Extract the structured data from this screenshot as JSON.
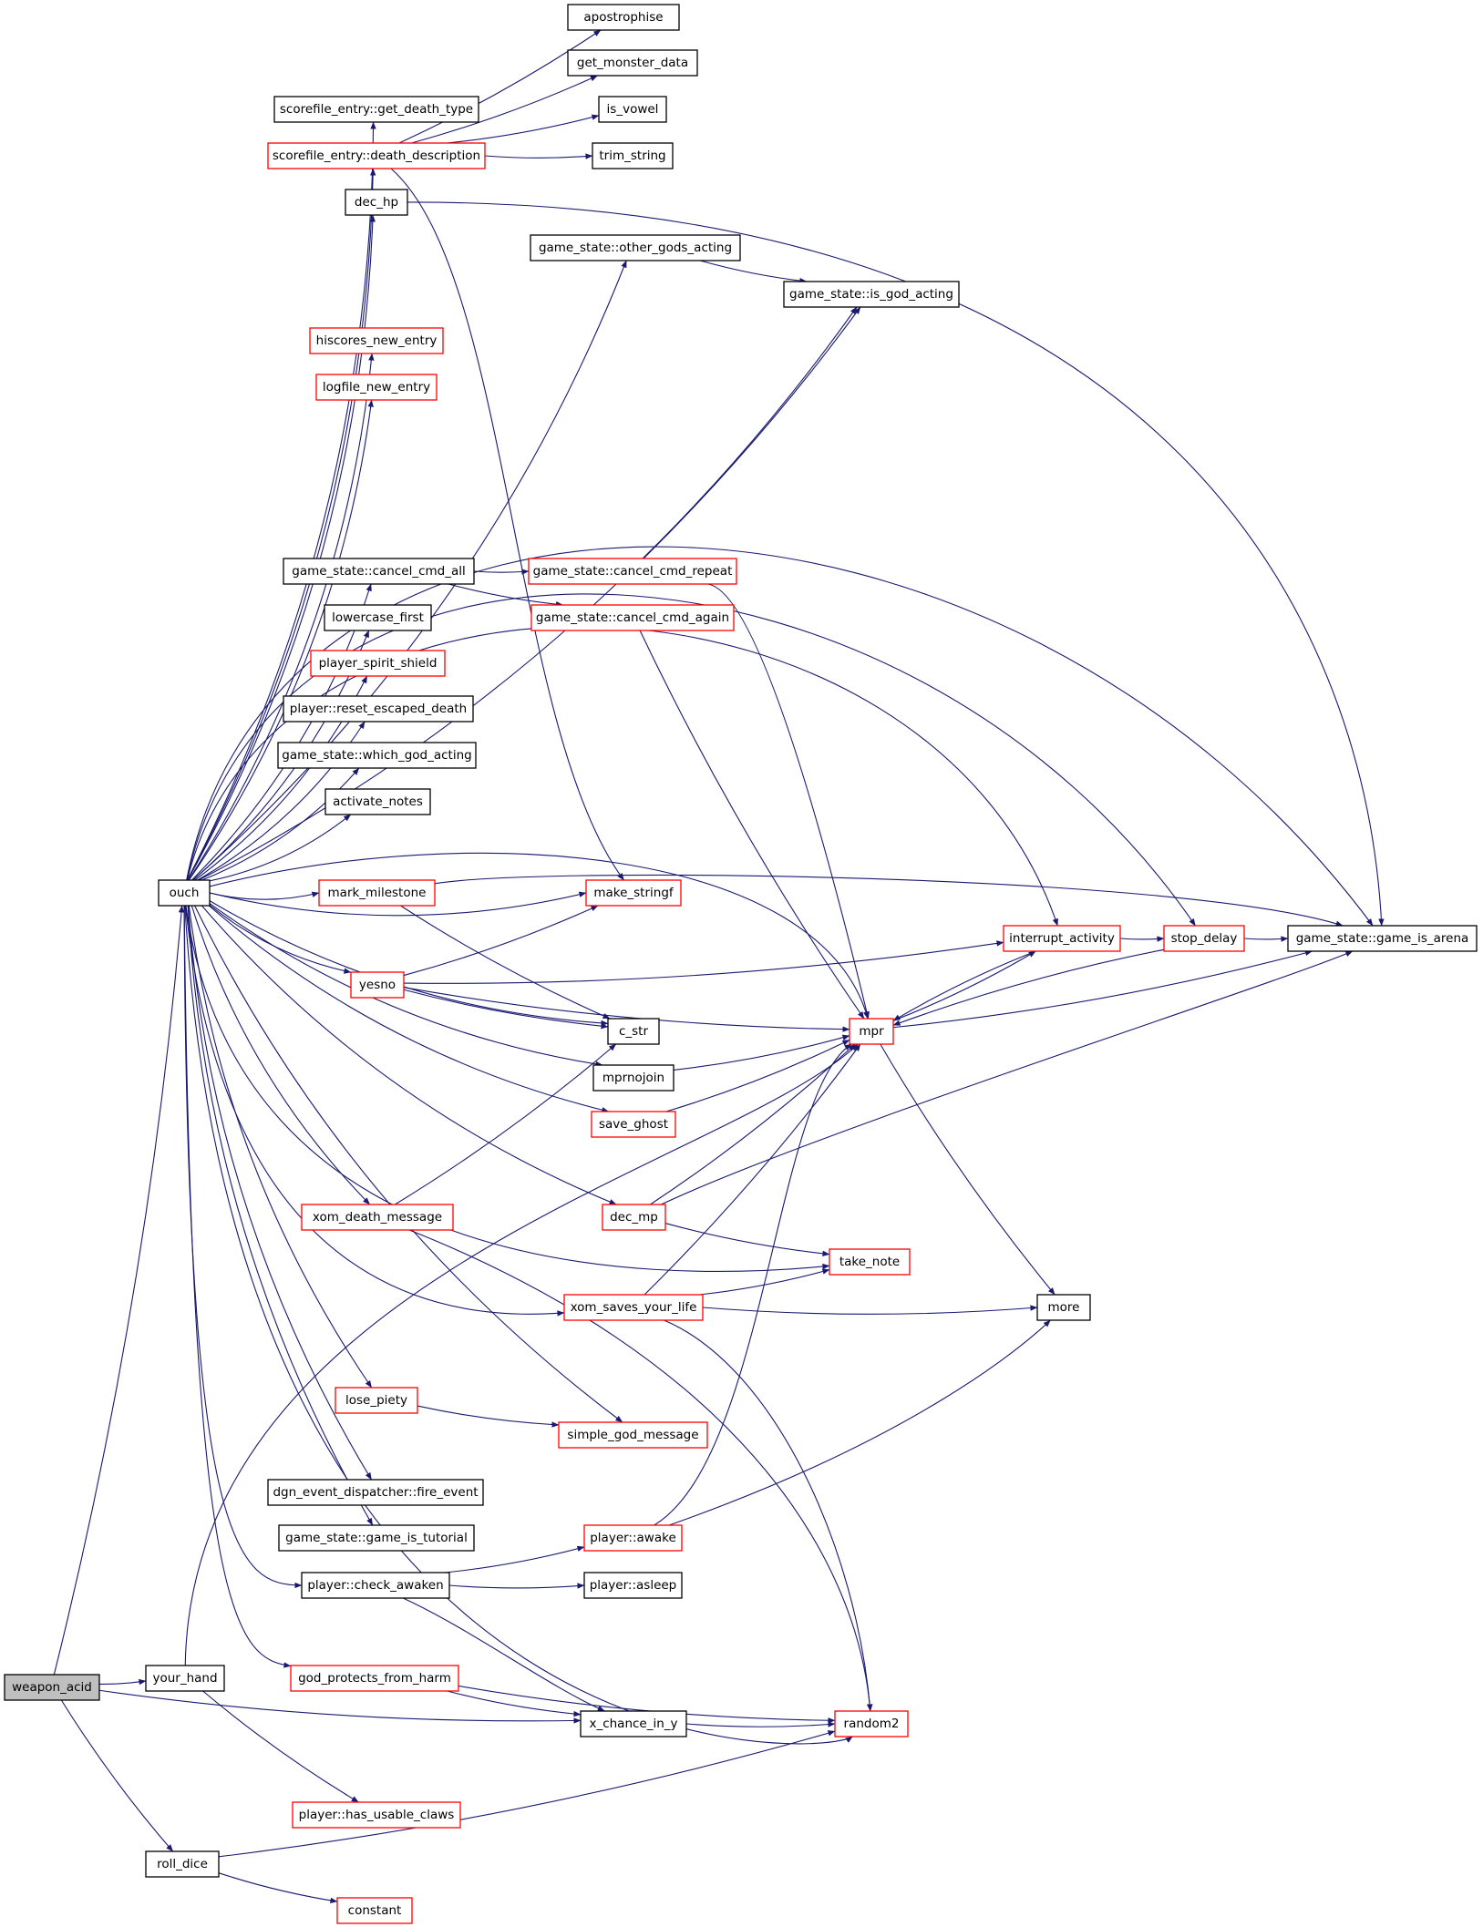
{
  "colors": {
    "edge": "#191970",
    "black_border": "#000000",
    "red_border": "#ff0000",
    "root_fill": "#bfbfbf"
  },
  "nodes": {
    "weapon_acid": {
      "label": "weapon_acid",
      "style": "root"
    },
    "your_hand": {
      "label": "your_hand",
      "style": "black"
    },
    "roll_dice": {
      "label": "roll_dice",
      "style": "black"
    },
    "ouch": {
      "label": "ouch",
      "style": "black"
    },
    "constant": {
      "label": "constant",
      "style": "red"
    },
    "get_death_type": {
      "label": "scorefile_entry::get_death_type",
      "style": "black"
    },
    "death_description": {
      "label": "scorefile_entry::death_description",
      "style": "red"
    },
    "dec_hp": {
      "label": "dec_hp",
      "style": "black"
    },
    "other_gods_acting": {
      "label": "game_state::other_gods_acting",
      "style": "black"
    },
    "is_god_acting": {
      "label": "game_state::is_god_acting",
      "style": "black"
    },
    "hiscores_new_entry": {
      "label": "hiscores_new_entry",
      "style": "red"
    },
    "logfile_new_entry": {
      "label": "logfile_new_entry",
      "style": "red"
    },
    "cancel_cmd_all": {
      "label": "game_state::cancel_cmd_all",
      "style": "black"
    },
    "cancel_cmd_repeat": {
      "label": "game_state::cancel_cmd_repeat",
      "style": "red"
    },
    "cancel_cmd_again": {
      "label": "game_state::cancel_cmd_again",
      "style": "red"
    },
    "lowercase_first": {
      "label": "lowercase_first",
      "style": "black"
    },
    "player_spirit_shield": {
      "label": "player_spirit_shield",
      "style": "red"
    },
    "reset_escaped_death": {
      "label": "player::reset_escaped_death",
      "style": "black"
    },
    "which_god_acting": {
      "label": "game_state::which_god_acting",
      "style": "black"
    },
    "activate_notes": {
      "label": "activate_notes",
      "style": "black"
    },
    "mark_milestone": {
      "label": "mark_milestone",
      "style": "red"
    },
    "make_stringf": {
      "label": "make_stringf",
      "style": "red"
    },
    "yesno": {
      "label": "yesno",
      "style": "red"
    },
    "c_str": {
      "label": "c_str",
      "style": "black"
    },
    "mprnojoin": {
      "label": "mprnojoin",
      "style": "black"
    },
    "save_ghost": {
      "label": "save_ghost",
      "style": "red"
    },
    "xom_death_message": {
      "label": "xom_death_message",
      "style": "red"
    },
    "dec_mp": {
      "label": "dec_mp",
      "style": "red"
    },
    "xom_saves_your_life": {
      "label": "xom_saves_your_life",
      "style": "red"
    },
    "lose_piety": {
      "label": "lose_piety",
      "style": "red"
    },
    "simple_god_message": {
      "label": "simple_god_message",
      "style": "red"
    },
    "fire_event": {
      "label": "dgn_event_dispatcher::fire_event",
      "style": "black"
    },
    "game_is_tutorial": {
      "label": "game_state::game_is_tutorial",
      "style": "black"
    },
    "check_awaken": {
      "label": "player::check_awaken",
      "style": "black"
    },
    "player_awake": {
      "label": "player::awake",
      "style": "red"
    },
    "player_asleep": {
      "label": "player::asleep",
      "style": "black"
    },
    "god_protects_from_harm": {
      "label": "god_protects_from_harm",
      "style": "red"
    },
    "x_chance_in_y": {
      "label": "x_chance_in_y",
      "style": "black"
    },
    "has_usable_claws": {
      "label": "player::has_usable_claws",
      "style": "red"
    },
    "random2": {
      "label": "random2",
      "style": "red"
    },
    "apostrophise": {
      "label": "apostrophise",
      "style": "black"
    },
    "get_monster_data": {
      "label": "get_monster_data",
      "style": "black"
    },
    "is_vowel": {
      "label": "is_vowel",
      "style": "black"
    },
    "trim_string": {
      "label": "trim_string",
      "style": "black"
    },
    "mpr": {
      "label": "mpr",
      "style": "red"
    },
    "interrupt_activity": {
      "label": "interrupt_activity",
      "style": "red"
    },
    "stop_delay": {
      "label": "stop_delay",
      "style": "red"
    },
    "game_is_arena": {
      "label": "game_state::game_is_arena",
      "style": "black"
    },
    "take_note": {
      "label": "take_note",
      "style": "red"
    },
    "more": {
      "label": "more",
      "style": "black"
    }
  },
  "edges": [
    [
      "weapon_acid",
      "ouch"
    ],
    [
      "weapon_acid",
      "your_hand"
    ],
    [
      "weapon_acid",
      "x_chance_in_y"
    ],
    [
      "weapon_acid",
      "roll_dice"
    ],
    [
      "your_hand",
      "mpr"
    ],
    [
      "your_hand",
      "has_usable_claws"
    ],
    [
      "roll_dice",
      "random2"
    ],
    [
      "roll_dice",
      "constant"
    ],
    [
      "ouch",
      "get_death_type"
    ],
    [
      "ouch",
      "death_description"
    ],
    [
      "ouch",
      "dec_hp"
    ],
    [
      "ouch",
      "other_gods_acting"
    ],
    [
      "ouch",
      "is_god_acting"
    ],
    [
      "ouch",
      "hiscores_new_entry"
    ],
    [
      "ouch",
      "logfile_new_entry"
    ],
    [
      "ouch",
      "game_is_arena"
    ],
    [
      "ouch",
      "stop_delay"
    ],
    [
      "ouch",
      "cancel_cmd_all"
    ],
    [
      "ouch",
      "lowercase_first"
    ],
    [
      "ouch",
      "player_spirit_shield"
    ],
    [
      "ouch",
      "reset_escaped_death"
    ],
    [
      "ouch",
      "which_god_acting"
    ],
    [
      "ouch",
      "activate_notes"
    ],
    [
      "ouch",
      "mpr"
    ],
    [
      "ouch",
      "mark_milestone"
    ],
    [
      "ouch",
      "make_stringf"
    ],
    [
      "ouch",
      "yesno"
    ],
    [
      "ouch",
      "c_str"
    ],
    [
      "ouch",
      "mprnojoin"
    ],
    [
      "ouch",
      "save_ghost"
    ],
    [
      "ouch",
      "xom_death_message"
    ],
    [
      "ouch",
      "dec_mp"
    ],
    [
      "ouch",
      "take_note"
    ],
    [
      "ouch",
      "xom_saves_your_life"
    ],
    [
      "ouch",
      "lose_piety"
    ],
    [
      "ouch",
      "simple_god_message"
    ],
    [
      "ouch",
      "fire_event"
    ],
    [
      "ouch",
      "game_is_tutorial"
    ],
    [
      "ouch",
      "check_awaken"
    ],
    [
      "ouch",
      "god_protects_from_harm"
    ],
    [
      "ouch",
      "random2"
    ],
    [
      "ouch",
      "interrupt_activity"
    ],
    [
      "death_description",
      "apostrophise"
    ],
    [
      "death_description",
      "get_monster_data"
    ],
    [
      "death_description",
      "is_vowel"
    ],
    [
      "death_description",
      "trim_string"
    ],
    [
      "death_description",
      "make_stringf"
    ],
    [
      "dec_hp",
      "game_is_arena"
    ],
    [
      "other_gods_acting",
      "is_god_acting"
    ],
    [
      "cancel_cmd_all",
      "cancel_cmd_repeat"
    ],
    [
      "cancel_cmd_all",
      "cancel_cmd_again"
    ],
    [
      "cancel_cmd_repeat",
      "is_god_acting"
    ],
    [
      "cancel_cmd_repeat",
      "mpr"
    ],
    [
      "cancel_cmd_again",
      "mpr"
    ],
    [
      "mark_milestone",
      "game_is_arena"
    ],
    [
      "mark_milestone",
      "c_str"
    ],
    [
      "yesno",
      "make_stringf"
    ],
    [
      "yesno",
      "interrupt_activity"
    ],
    [
      "yesno",
      "c_str"
    ],
    [
      "yesno",
      "mpr"
    ],
    [
      "mprnojoin",
      "mpr"
    ],
    [
      "save_ghost",
      "mpr"
    ],
    [
      "xom_death_message",
      "c_str"
    ],
    [
      "xom_death_message",
      "random2"
    ],
    [
      "dec_mp",
      "mpr"
    ],
    [
      "dec_mp",
      "take_note"
    ],
    [
      "dec_mp",
      "game_is_arena"
    ],
    [
      "xom_saves_your_life",
      "mpr"
    ],
    [
      "xom_saves_your_life",
      "take_note"
    ],
    [
      "xom_saves_your_life",
      "more"
    ],
    [
      "xom_saves_your_life",
      "random2"
    ],
    [
      "lose_piety",
      "simple_god_message"
    ],
    [
      "check_awaken",
      "player_awake"
    ],
    [
      "check_awaken",
      "player_asleep"
    ],
    [
      "check_awaken",
      "x_chance_in_y"
    ],
    [
      "player_awake",
      "mpr"
    ],
    [
      "player_awake",
      "more"
    ],
    [
      "god_protects_from_harm",
      "x_chance_in_y"
    ],
    [
      "god_protects_from_harm",
      "random2"
    ],
    [
      "x_chance_in_y",
      "random2"
    ],
    [
      "mpr",
      "interrupt_activity"
    ],
    [
      "mpr",
      "game_is_arena"
    ],
    [
      "mpr",
      "more"
    ],
    [
      "interrupt_activity",
      "mpr"
    ],
    [
      "interrupt_activity",
      "stop_delay"
    ],
    [
      "stop_delay",
      "game_is_arena"
    ],
    [
      "stop_delay",
      "mpr"
    ]
  ]
}
